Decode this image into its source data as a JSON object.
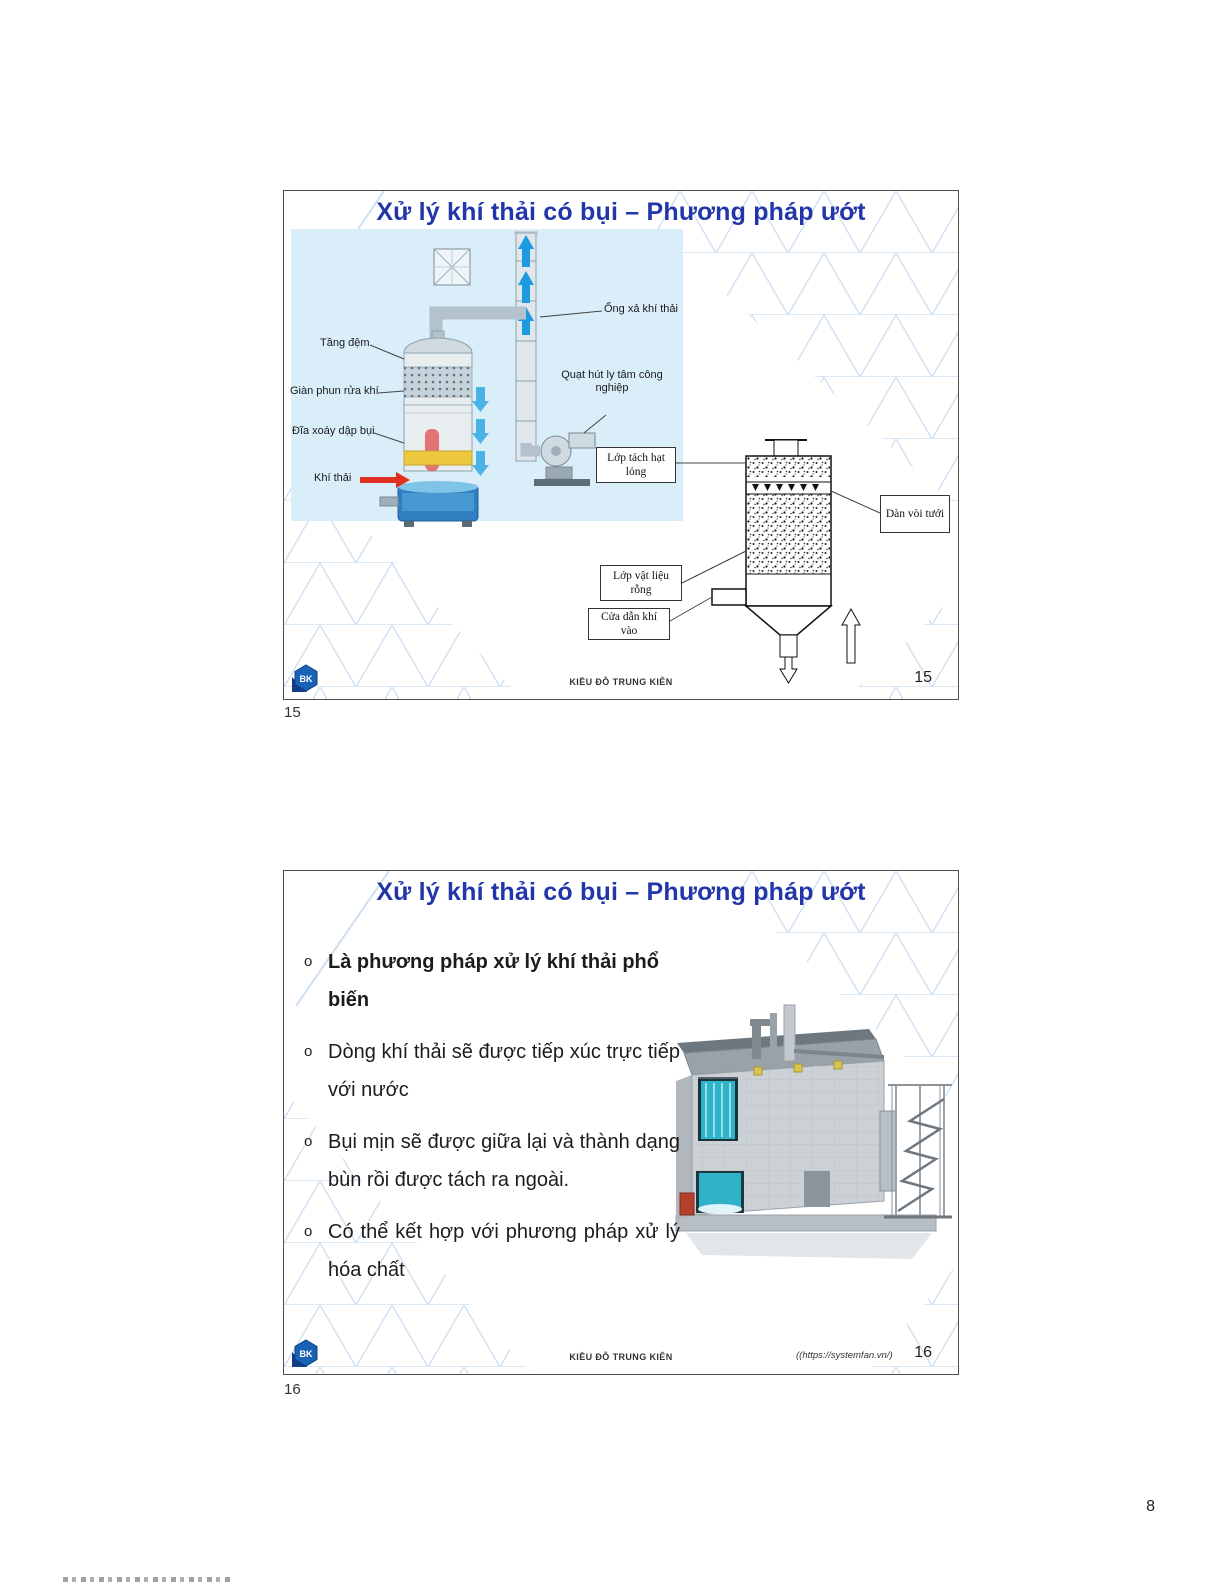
{
  "page": {
    "number": "8",
    "below_slide15": "15",
    "below_slide16": "16"
  },
  "logo": {
    "text": "BK"
  },
  "slide15": {
    "title": "Xử lý khí thải có bụi – Phương pháp ướt",
    "footer": "KIỀU ĐỖ TRUNG KIÊN",
    "page_number": "15",
    "illustration_labels": {
      "ong_xa_khi_thai": "Ống xả khí thải",
      "tang_dem": "Tầng đệm",
      "gian_phun_rua_khi": "Giàn phun rửa khí",
      "dia_xoay_dap_bui": "Đĩa xoáy dập bụi",
      "khi_thai": "Khí thải",
      "quat_hut": "Quạt hút ly tâm công nghiệp"
    },
    "schematic_labels": {
      "lop_tach_hat_long": "Lớp tách hạt lỏng",
      "dan_voi_tuoi": "Dàn vòi tưới",
      "lop_vat_lieu_rong": "Lớp vật liệu rỗng",
      "cua_dan_khi_vao": "Cửa dẫn khí vào"
    }
  },
  "slide16": {
    "title": "Xử lý khí thải có bụi – Phương pháp ướt",
    "footer": "KIỀU ĐỖ TRUNG KIÊN",
    "source": "((https://systemfan.vn/)",
    "page_number": "16",
    "bullet_char": "o",
    "bullets": [
      "Là phương pháp xử lý khí thải phổ biến",
      "Dòng khí thải sẽ được tiếp xúc trực tiếp với nước",
      "Bụi mịn sẽ được giữa lại và thành dạng bùn rồi được tách ra ngoài.",
      "Có thể kết hợp với phương pháp xử lý hóa chất"
    ]
  },
  "colors": {
    "title_blue": "#2236aa",
    "mesh_blue": "#cfe0f2",
    "illustration_bg": "#d9eef9"
  }
}
